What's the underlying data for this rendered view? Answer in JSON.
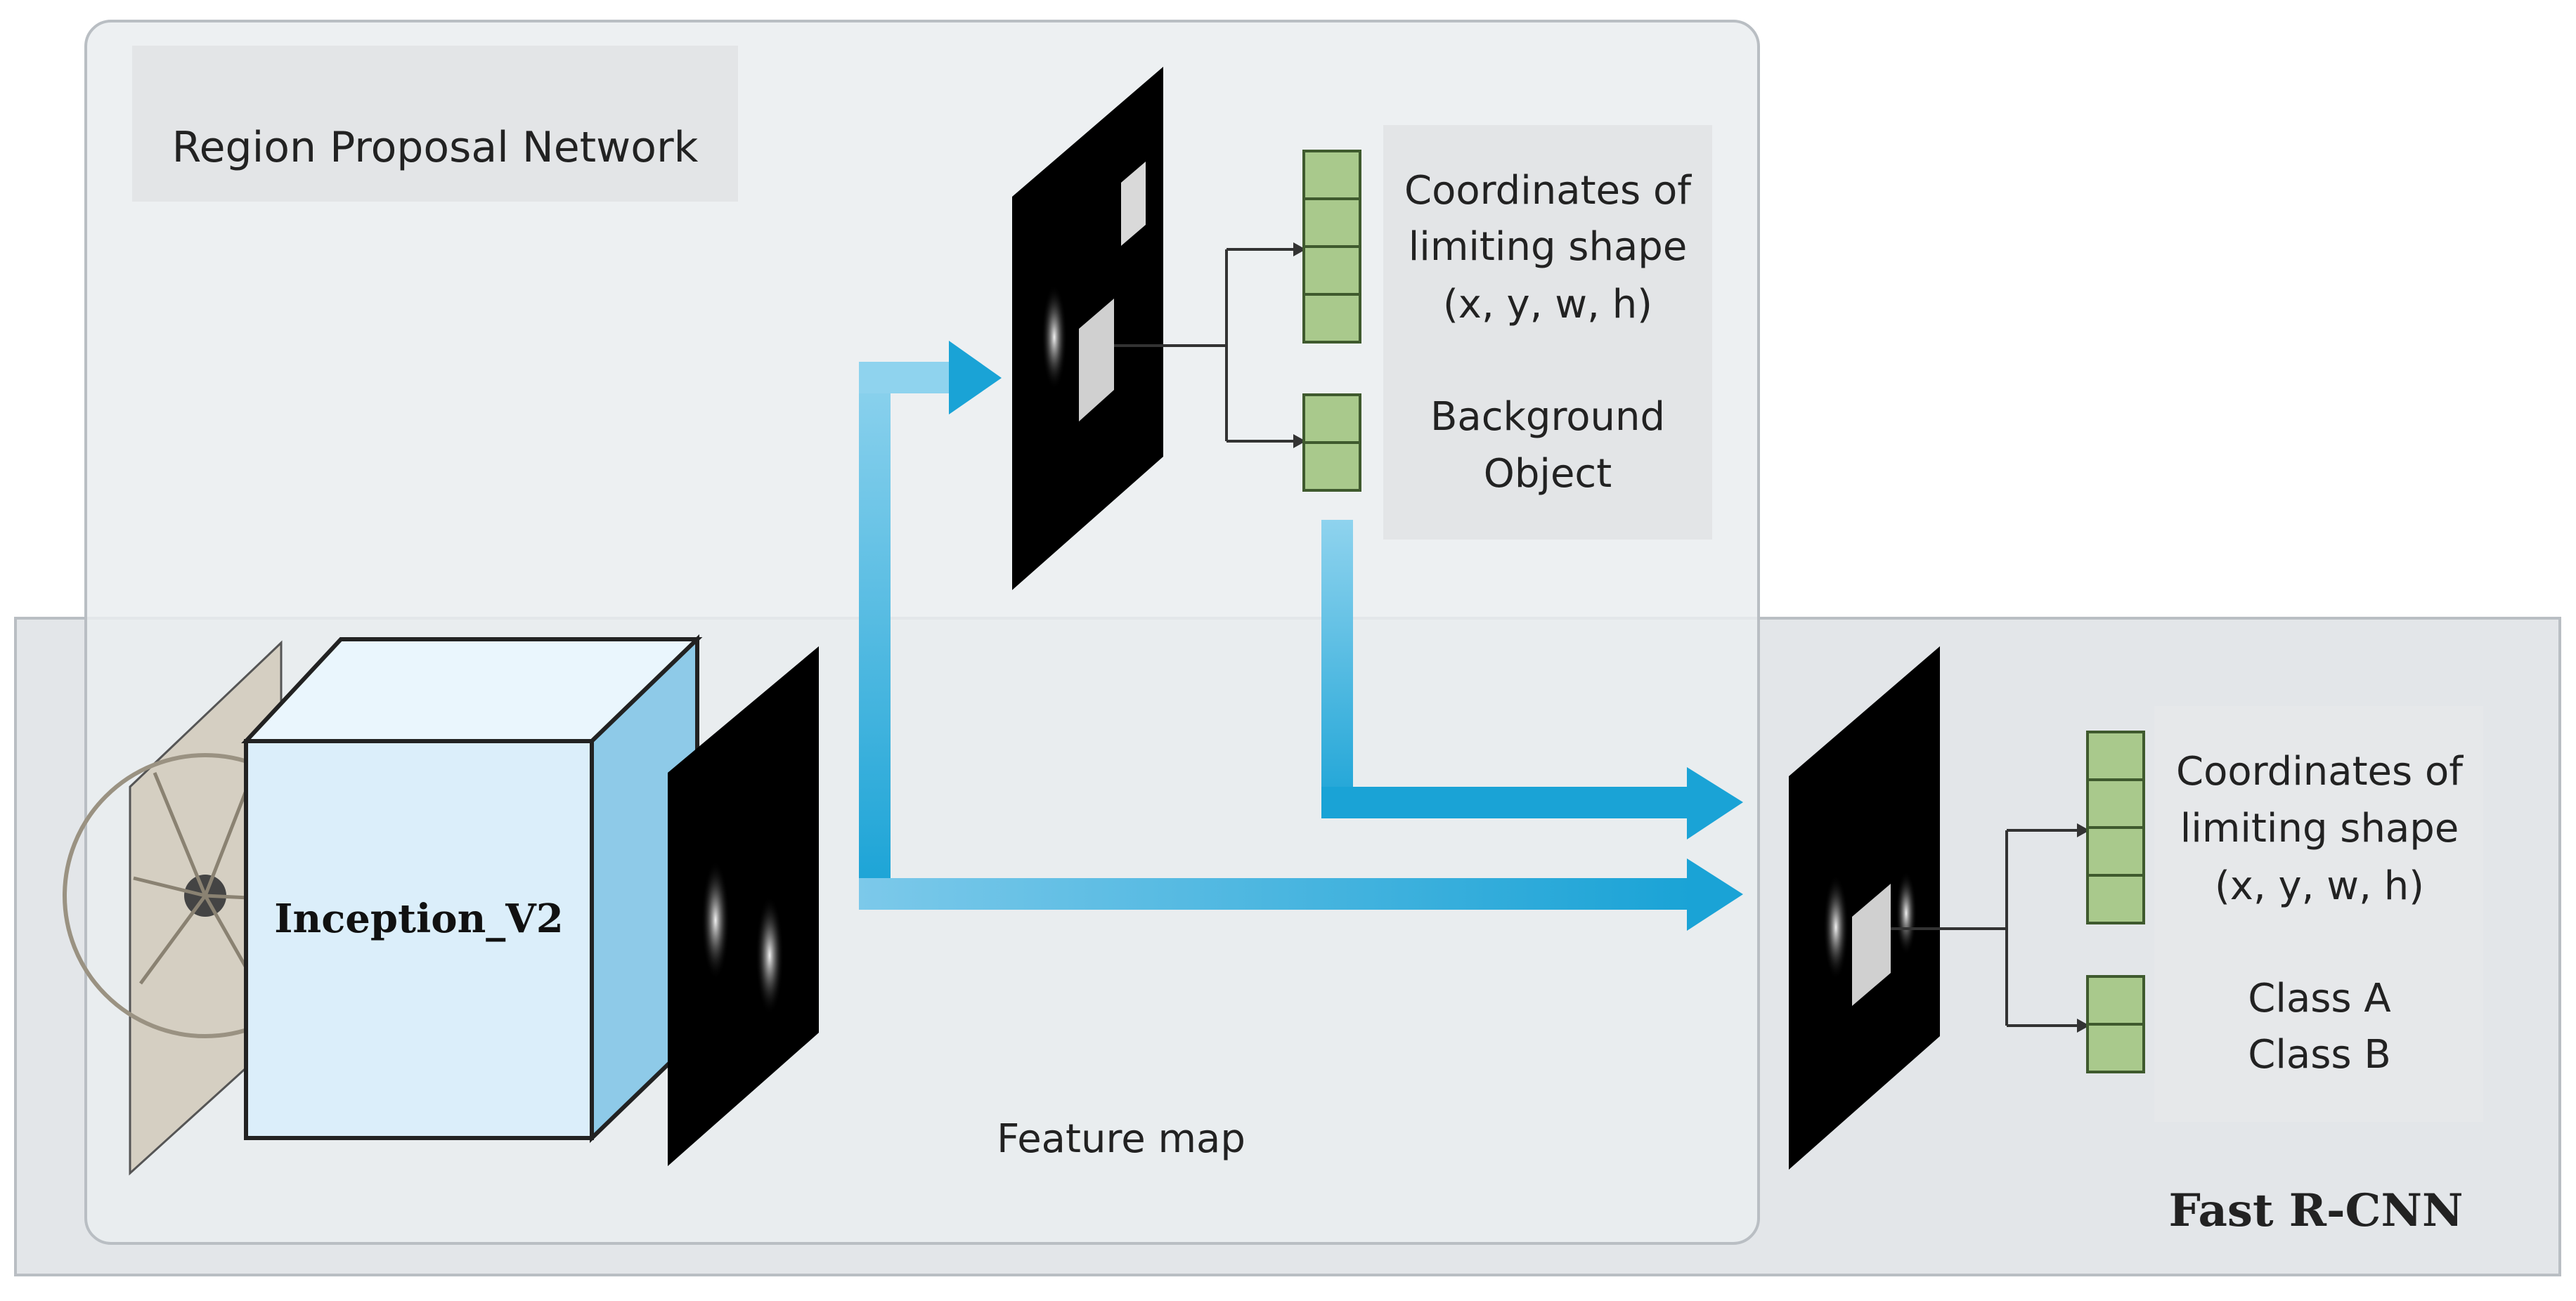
{
  "diagram": {
    "rpn_title": "Region Proposal Network",
    "fast_rcnn_title": "Fast R-CNN",
    "backbone_label": "Inception_V2",
    "feature_map_label": "Feature map",
    "rpn_outputs": {
      "coords_line1": "Coordinates of",
      "coords_line2": "limiting shape",
      "coords_line3": "(x, y, w, h)",
      "cls_line1": "Background",
      "cls_line2": "Object"
    },
    "rcnn_outputs": {
      "coords_line1": "Coordinates of",
      "coords_line2": "limiting shape",
      "coords_line3": "(x, y, w, h)",
      "cls_line1": "Class A",
      "cls_line2": "Class B"
    }
  },
  "colors": {
    "panel_rpn": "#eaedf0",
    "panel_rcnn": "#e3e6e9",
    "label_box": "#e6e6e6",
    "cube_front": "#dbeefa",
    "cube_side": "#8ecae8",
    "arrow_blue": "#1aa3d6",
    "cell_green": "#a9c98c",
    "cell_border": "#3f5a2e"
  }
}
